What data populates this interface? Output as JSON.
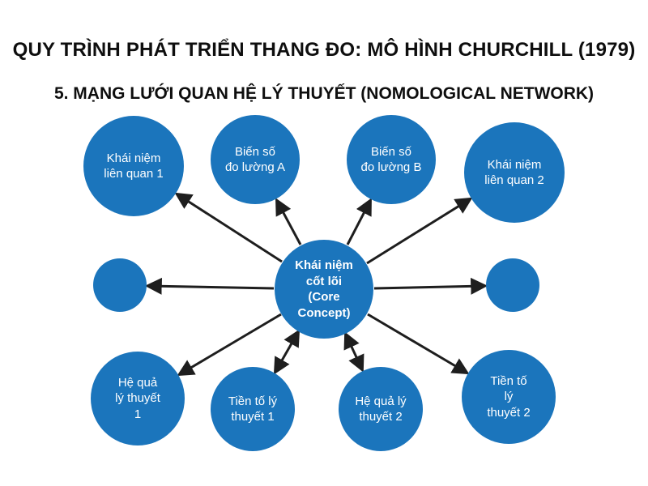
{
  "title": "QUY TRÌNH PHÁT TRIỂN THANG ĐO: MÔ HÌNH CHURCHILL (1979)",
  "subtitle": "5. MẠNG LƯỚI QUAN HỆ LÝ THUYẾT (NOMOLOGICAL NETWORK)",
  "colors": {
    "node_fill": "#1b75bc",
    "node_text": "#ffffff",
    "arrow": "#1e1e1e",
    "background": "#ffffff",
    "title_text": "#0e0e0e"
  },
  "nodes": [
    {
      "id": "khai-niem-lien-quan-1",
      "label": "Khái niệm\nliên quan 1"
    },
    {
      "id": "bien-so-do-luong-a",
      "label": "Biến số\nđo lường A"
    },
    {
      "id": "bien-so-do-luong-b",
      "label": "Biến số\nđo lường B"
    },
    {
      "id": "khai-niem-lien-quan-2",
      "label": "Khái niệm\nliên quan 2"
    },
    {
      "id": "small-left",
      "label": ""
    },
    {
      "id": "core",
      "label": "Khái niệm\ncốt lõi\n(Core\nConcept)"
    },
    {
      "id": "small-right",
      "label": ""
    },
    {
      "id": "he-qua-ly-thuyet-1",
      "label": "Hệ quả\nlý thuyết\n1"
    },
    {
      "id": "tien-to-ly-thuyet-1",
      "label": "Tiền tố lý\nthuyết 1"
    },
    {
      "id": "he-qua-ly-thuyet-2",
      "label": "Hệ quả lý\nthuyết 2"
    },
    {
      "id": "tien-to-ly-thuyet-2",
      "label": "Tiền tố\nlý\nthuyết 2"
    }
  ],
  "edges": [
    {
      "from": "core",
      "to": "khai-niem-lien-quan-1",
      "direction": "out"
    },
    {
      "from": "core",
      "to": "bien-so-do-luong-a",
      "direction": "out"
    },
    {
      "from": "core",
      "to": "bien-so-do-luong-b",
      "direction": "out"
    },
    {
      "from": "core",
      "to": "khai-niem-lien-quan-2",
      "direction": "out"
    },
    {
      "from": "core",
      "to": "small-left",
      "direction": "out"
    },
    {
      "from": "core",
      "to": "small-right",
      "direction": "out"
    },
    {
      "from": "core",
      "to": "he-qua-ly-thuyet-1",
      "direction": "out"
    },
    {
      "from": "core",
      "to": "tien-to-ly-thuyet-1",
      "direction": "both"
    },
    {
      "from": "core",
      "to": "he-qua-ly-thuyet-2",
      "direction": "both"
    },
    {
      "from": "core",
      "to": "tien-to-ly-thuyet-2",
      "direction": "out"
    }
  ]
}
